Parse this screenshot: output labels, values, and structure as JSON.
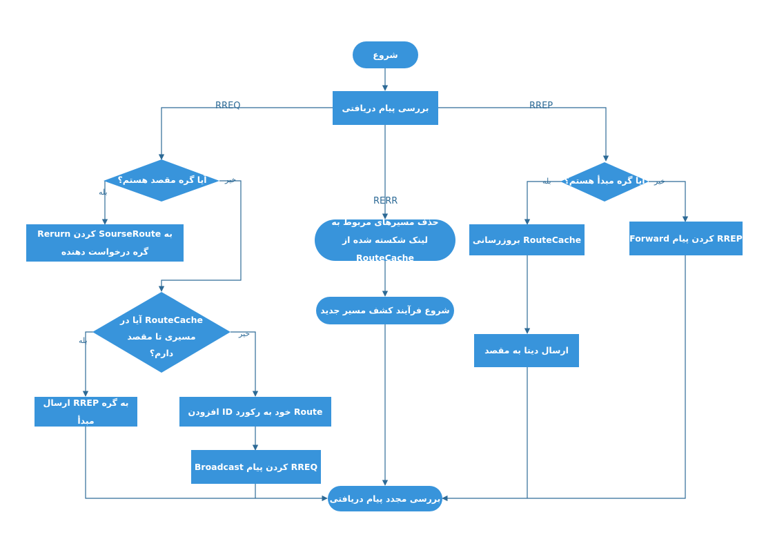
{
  "nodes": {
    "start": "شروع",
    "check_msg": "بررسی پیام دریافتی",
    "is_dest": "آیا گره مقصد هستم؟",
    "return_route": "Rerurn کردن SourseRoute به گره درخواست دهنده",
    "have_route": "آیا در RouteCache مسیری تا مقصد دارم؟",
    "send_rrep": "ارسال RREP به گره مبدأ",
    "add_id": "افزودن ID خود به رکورد Route",
    "broadcast_rreq": "Broadcast کردن پیام RREQ",
    "delete_paths": "حذف مسیرهای مربوط به لینک شکسته شده از RouteCache",
    "new_discovery": "شروع فرآیند کشف مسیر جدید",
    "is_source": "آیا گره مبدأ هستم؟",
    "update_cache": "بروزرسانی RouteCache",
    "send_data": "ارسال دیتا به مقصد",
    "forward_rrep": "Forward کردن پیام RREP",
    "recheck_msg": "بررسی مجدد پیام دریافتی"
  },
  "edge_labels": {
    "rreq": "RREQ",
    "rrep": "RREP",
    "rerr": "RERR",
    "yes_dest": "بله",
    "no_dest": "خیر",
    "yes_cache": "بله",
    "no_cache": "خیر",
    "yes_source": "بله",
    "no_source": "خیر"
  },
  "colors": {
    "node_fill": "#3894db",
    "node_text": "#ffffff",
    "line": "#2d6a96"
  }
}
